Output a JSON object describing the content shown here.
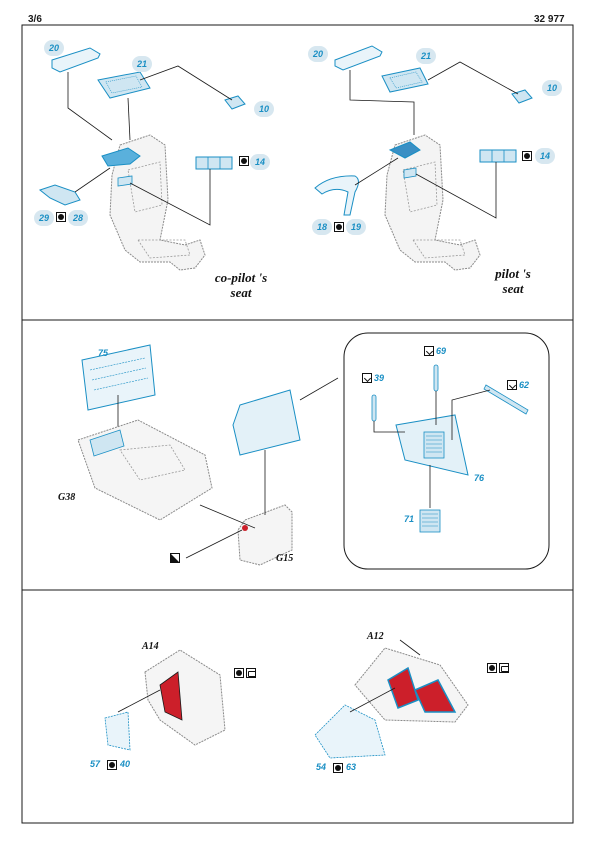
{
  "header": {
    "page": "3/6",
    "code": "32 977"
  },
  "colors": {
    "part_blue": "#1a8fc4",
    "part_fill": "#cfe6f2",
    "bubble": "#d7e7f0",
    "accent_red": "#cc1f2a",
    "line": "#1a1a1a",
    "kit_grey": "#9a9a9a"
  },
  "section1": {
    "copilot": {
      "label_line1": "co-pilot 's",
      "label_line2": "seat",
      "parts": {
        "p20": "20",
        "p21": "21",
        "p10": "10",
        "p14": "14",
        "p29": "29",
        "p28": "28"
      }
    },
    "pilot": {
      "label_line1": "pilot 's",
      "label_line2": "seat",
      "parts": {
        "p20": "20",
        "p21": "21",
        "p10": "10",
        "p14": "14",
        "p18": "18",
        "p19": "19"
      }
    }
  },
  "section2": {
    "parts": {
      "p75": "75",
      "p69": "69",
      "p39": "39",
      "p62": "62",
      "p76": "76",
      "p71": "71"
    },
    "kit_parts": {
      "g38": "G38",
      "g15": "G15"
    }
  },
  "section3": {
    "left": {
      "kit_part": "A14",
      "parts": {
        "p57": "57",
        "p40": "40"
      }
    },
    "right": {
      "kit_part": "A12",
      "parts": {
        "p54": "54",
        "p63": "63"
      }
    }
  },
  "symbols": {
    "paint": "paint-dot",
    "bend": "bend",
    "remove": "remove-half",
    "fold": "fold"
  }
}
